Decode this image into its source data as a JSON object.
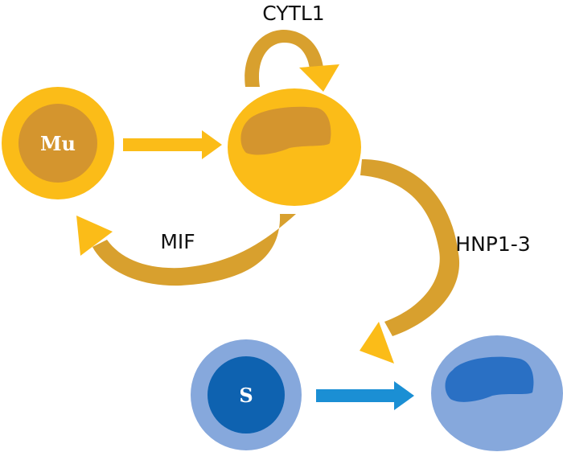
{
  "cells": {
    "mu_cell": {
      "label": "Mu"
    },
    "s_cell": {
      "label": "S"
    }
  },
  "labels": {
    "cytl1": "CYTL1",
    "mif": "MIF",
    "hnp": "HNP1-3"
  },
  "colors": {
    "yellow_outer": "#fbbc18",
    "yellow_inner": "#d4952e",
    "yellow_arrow": "#fbbc18",
    "gold_arrow": "#d8a02e",
    "blue_outer": "#86a8dc",
    "blue_inner": "#0e62b0",
    "blue_nucleus": "#2a70c4",
    "blue_arrow": "#1b8fd4"
  }
}
